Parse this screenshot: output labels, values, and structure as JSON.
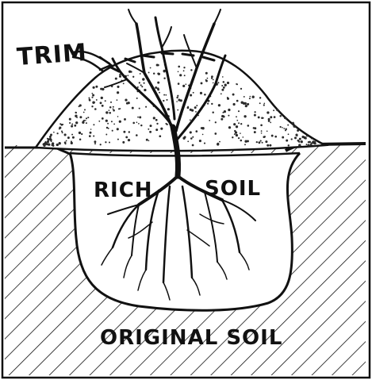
{
  "labels": {
    "trim": "TRIM",
    "rich_soil_word1": "RICH",
    "rich_soil_word2": "SOIL",
    "original_soil": "ORIGINAL SOIL"
  },
  "colors": {
    "ink": "#111111",
    "paper": "#ffffff",
    "stipple": "#2a2a2a"
  }
}
